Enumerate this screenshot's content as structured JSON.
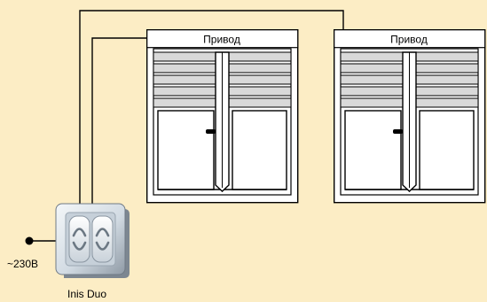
{
  "diagram": {
    "drive_1_label": "Привод",
    "drive_2_label": "Привод",
    "voltage_label": "~230В",
    "switch_label": "Inis Duo"
  },
  "colors": {
    "background": "#fcedc5",
    "wire": "#000000",
    "frame": "#ffffff",
    "slat": "#d9d9d9",
    "switch_body": "#d7dfe6"
  },
  "icons": {
    "switch": "double-rocker-switch-icon",
    "handle": "window-handle-icon"
  }
}
